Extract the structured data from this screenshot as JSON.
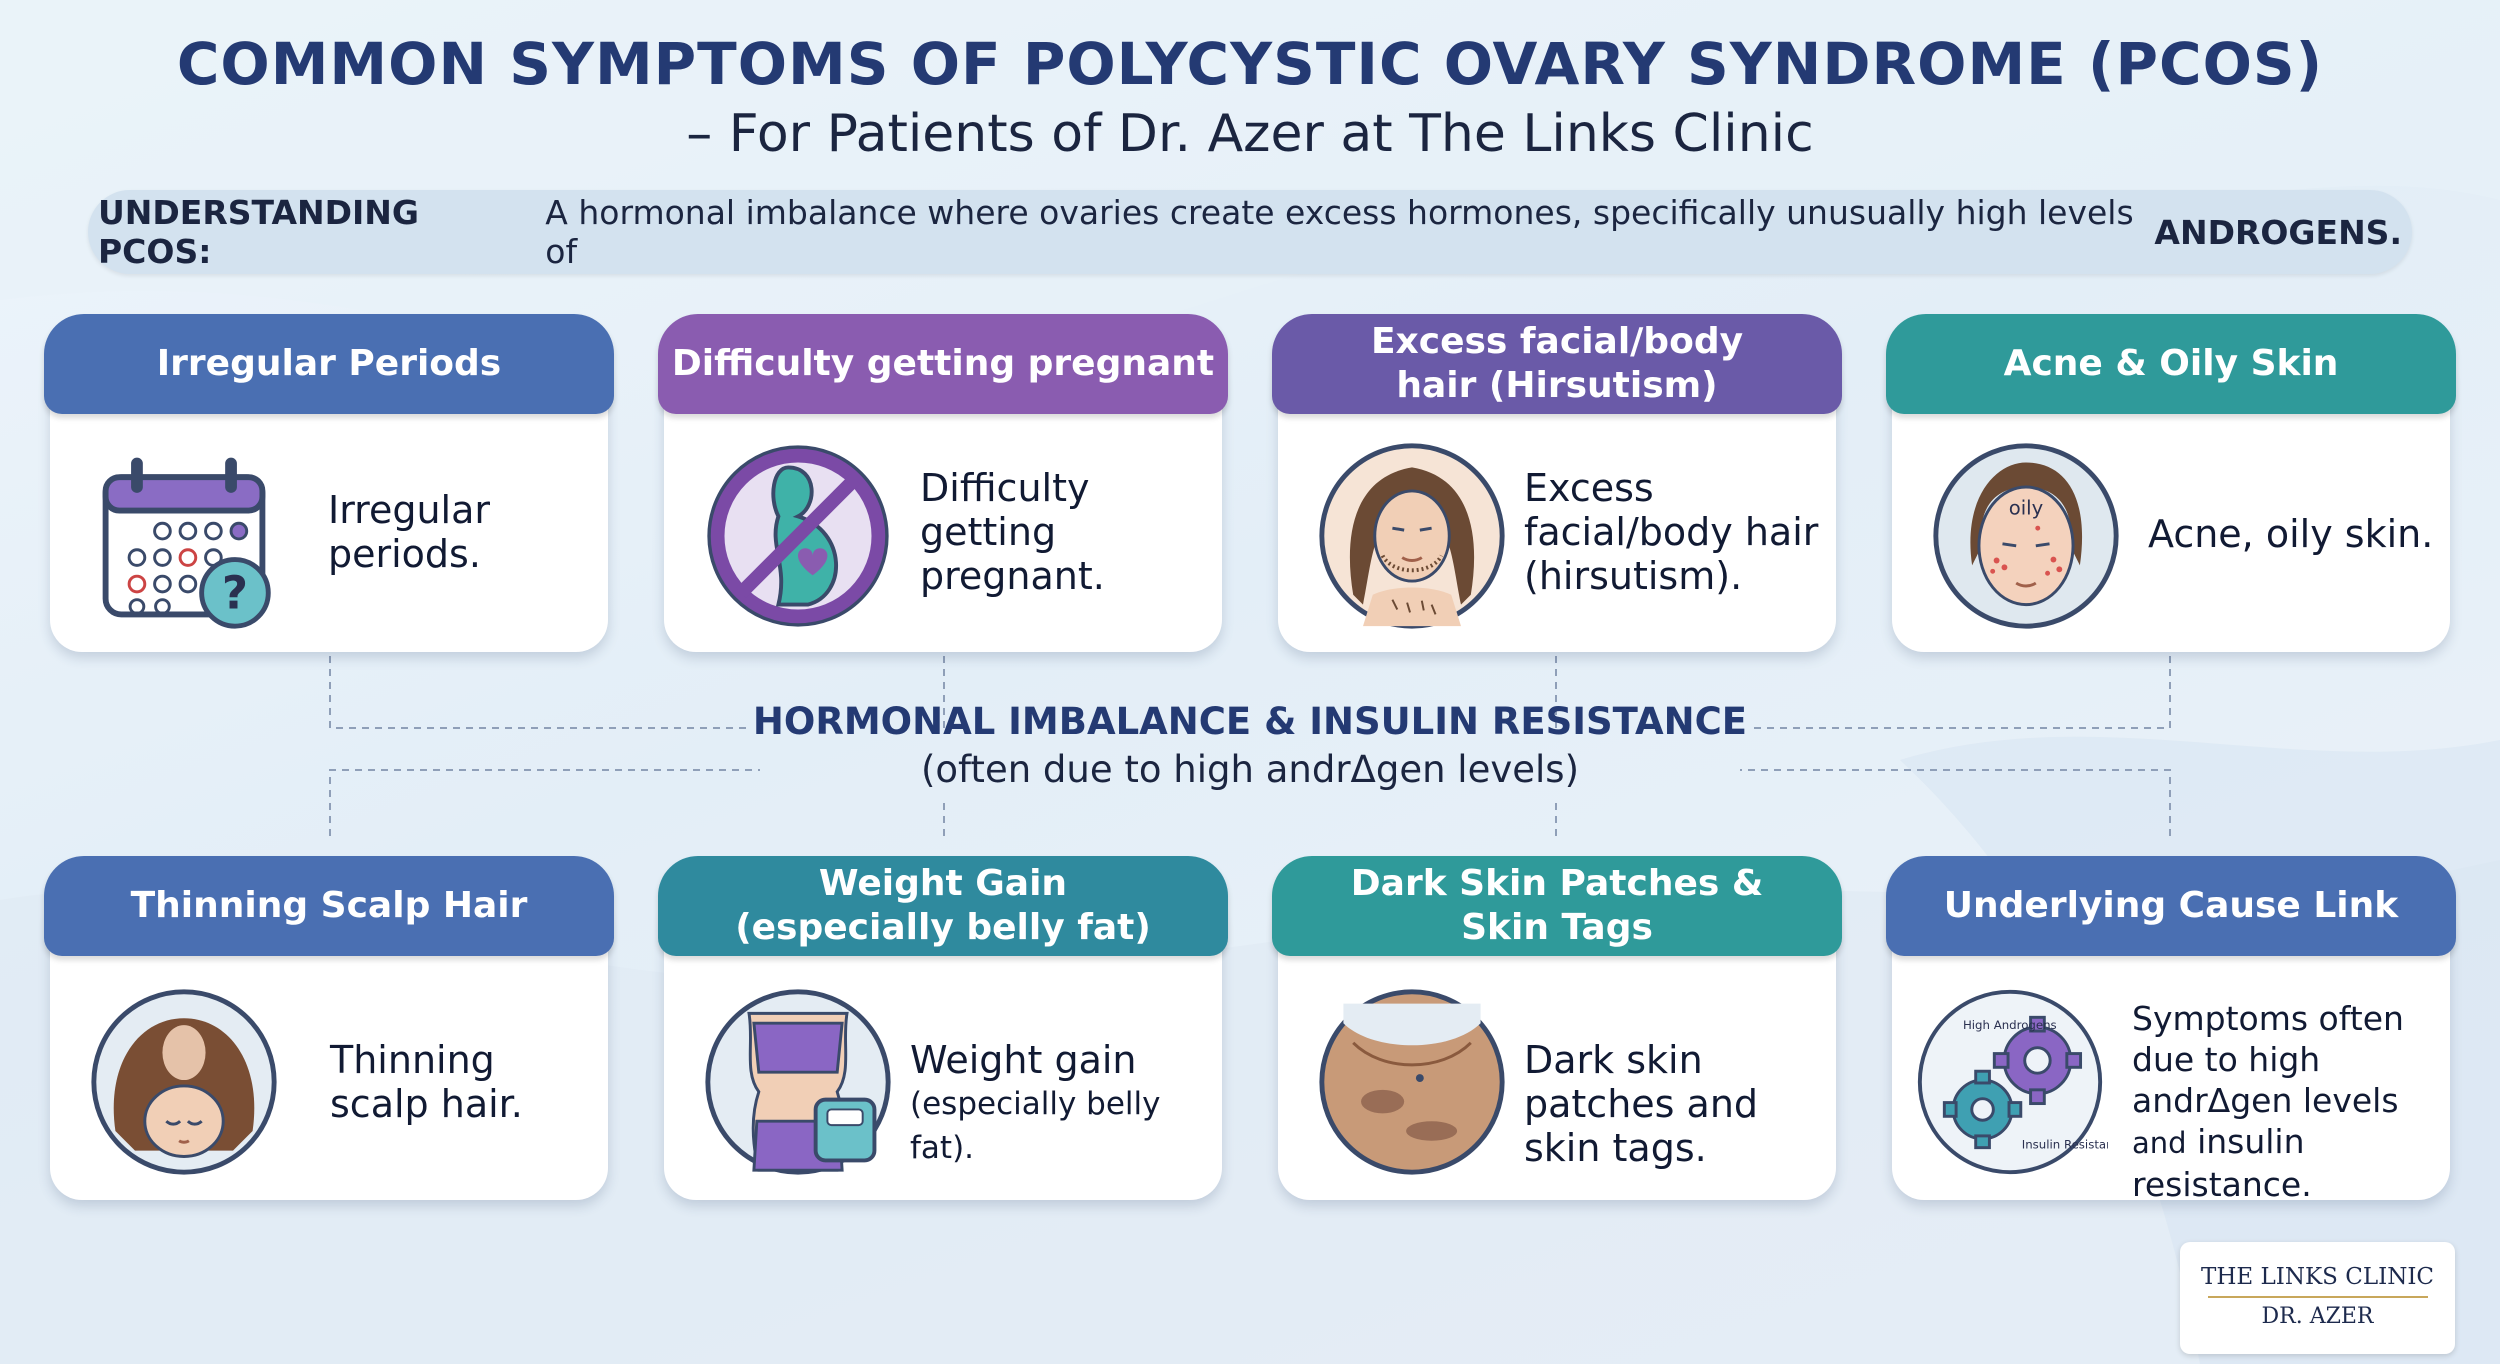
{
  "header": {
    "title": "COMMON SYMPTOMS OF POLYCYSTIC OVARY SYNDROME (PCOS)",
    "subtitle": "– For Patients of Dr. Azer at The Links Clinic"
  },
  "banner": {
    "label": "UNDERSTANDING PCOS:",
    "text": "A hormonal imbalance where ovaries create excess hormones, specifically unusually high levels of",
    "highlight": "ANDROGENS."
  },
  "cards": [
    {
      "title": "Irregular Periods",
      "text": "Irregular periods.",
      "color": "#4a6fb2",
      "icon": "calendar-question-icon"
    },
    {
      "title": "Difficulty getting pregnant",
      "text": "Difficulty getting pregnant.",
      "color": "#8a5cb0",
      "icon": "no-pregnancy-icon"
    },
    {
      "title": "Excess facial/body hair (Hirsutism)",
      "text": "Excess facial/body hair (hirsutism).",
      "color": "#6a5aa8",
      "icon": "facial-hair-icon"
    },
    {
      "title": "Acne & Oily Skin",
      "text": "Acne, oily skin.",
      "color": "#2f9a9a",
      "icon": "acne-face-icon"
    },
    {
      "title": "Thinning Scalp Hair",
      "text": "Thinning scalp hair.",
      "color": "#4a6fb2",
      "icon": "thinning-hair-icon"
    },
    {
      "title": "Weight Gain (especially belly fat)",
      "text": "Weight gain",
      "text2": "(especially belly fat).",
      "color": "#2f8a9e",
      "icon": "weight-scale-icon"
    },
    {
      "title": "Dark Skin Patches & Skin Tags",
      "text": "Dark skin patches and skin tags.",
      "color": "#2f9a9a",
      "icon": "neck-skin-icon"
    },
    {
      "title": "Underlying Cause Link",
      "text": "Symptoms often due to high andrΔgen levels",
      "text_and": "and",
      "text3": "insulin resistance.",
      "color": "#4a6fb2",
      "icon": "gears-icon"
    }
  ],
  "center": {
    "line1": "HORMONAL IMBALANCE & INSULIN RESISTANCE",
    "line2": "(often due to high andrΔgen levels)"
  },
  "gears": {
    "label1": "High Androgens",
    "label2": "Insulin Resistance"
  },
  "acne_label": "oily",
  "logo": {
    "line1": "THE LINKS CLINIC",
    "line2": "DR. AZER"
  }
}
